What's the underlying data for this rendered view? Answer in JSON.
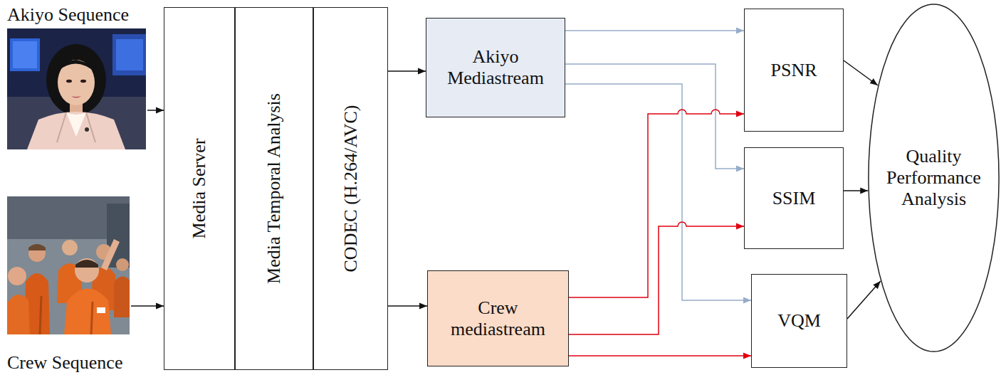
{
  "diagram": {
    "nodes": [
      {
        "text": [
          "Akiyo Sequence"
        ]
      },
      {
        "text": [
          "Crew Sequence"
        ]
      },
      {
        "text": [
          "Media Server"
        ]
      },
      {
        "text": [
          "Media Temporal Analysis"
        ]
      },
      {
        "text": [
          "CODEC (H.264/AVC)"
        ]
      },
      {
        "text": [
          "Akiyo Mediastream"
        ]
      },
      {
        "text": [
          "Crew mediastream"
        ]
      },
      {
        "text": [
          "PSNR"
        ]
      },
      {
        "text": [
          "SSIM"
        ]
      },
      {
        "text": [
          "VQM"
        ]
      },
      {
        "text": [
          "Quality Performance Analysis"
        ]
      }
    ],
    "edges": [
      {
        "from": 0,
        "to": 2,
        "arrow": "to"
      },
      {
        "from": 1,
        "to": 2,
        "arrow": "to"
      },
      {
        "from": 4,
        "to": 5,
        "arrow": "to"
      },
      {
        "from": 4,
        "to": 6,
        "arrow": "to"
      },
      {
        "from": 5,
        "to": 7,
        "arrow": "to"
      },
      {
        "from": 5,
        "to": 8,
        "arrow": "to"
      },
      {
        "from": 5,
        "to": 9,
        "arrow": "to"
      },
      {
        "from": 6,
        "to": 7,
        "arrow": "to"
      },
      {
        "from": 6,
        "to": 8,
        "arrow": "to"
      },
      {
        "from": 6,
        "to": 9,
        "arrow": "to"
      },
      {
        "from": 7,
        "to": 10,
        "arrow": "to"
      },
      {
        "from": 8,
        "to": 10,
        "arrow": "to"
      },
      {
        "from": 9,
        "to": 10,
        "arrow": "to"
      }
    ]
  }
}
